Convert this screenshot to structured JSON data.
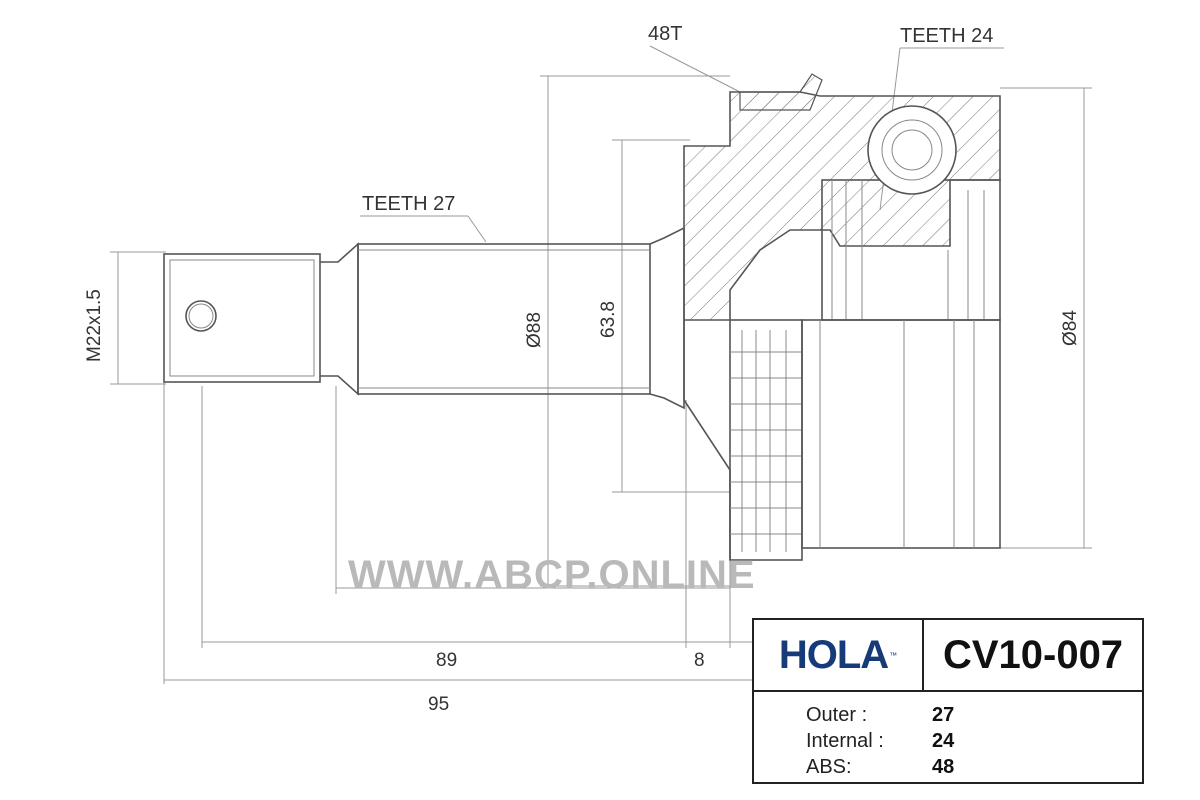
{
  "labels": {
    "gear_teeth": "48T",
    "inner_teeth": "TEETH 24",
    "shaft_teeth": "TEETH 27",
    "thread": "M22x1.5",
    "dia_88": "Ø88",
    "dia_63": "63.8",
    "dia_84": "Ø84",
    "len_89": "89",
    "len_8": "8",
    "len_95": "95"
  },
  "watermark": "WWW.ABCP.ONLINE",
  "product": {
    "brand": "HOLA",
    "brand_mark": "™",
    "code": "CV10-007",
    "specs": [
      {
        "label": "Outer :",
        "value": "27"
      },
      {
        "label": "Internal :",
        "value": "24"
      },
      {
        "label": "ABS:",
        "value": "48"
      }
    ]
  },
  "colors": {
    "brand": "#173a78",
    "line": "#555555",
    "watermark": "#b9b9b9"
  }
}
